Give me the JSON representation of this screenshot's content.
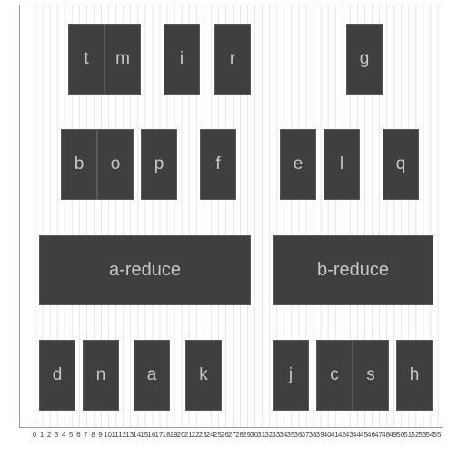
{
  "row1": [
    "t",
    "m",
    "i",
    "r",
    "g"
  ],
  "row2": [
    "b",
    "o",
    "p",
    "f",
    "e",
    "l",
    "q"
  ],
  "row3": [
    "a-reduce",
    "b-reduce"
  ],
  "row4": [
    "d",
    "n",
    "a",
    "k",
    "j",
    "c",
    "s",
    "h"
  ],
  "axis_ticks": [
    "0",
    "1",
    "2",
    "3",
    "4",
    "5",
    "6",
    "7",
    "8",
    "9",
    "10",
    "11",
    "12",
    "13",
    "14",
    "15",
    "16",
    "17",
    "18",
    "19",
    "20",
    "21",
    "22",
    "23",
    "24",
    "25",
    "26",
    "27",
    "28",
    "29",
    "30",
    "31",
    "32",
    "33",
    "34",
    "35",
    "36",
    "37",
    "38",
    "39",
    "40",
    "41",
    "42",
    "43",
    "44",
    "45",
    "46",
    "47",
    "48",
    "49",
    "50",
    "51",
    "52",
    "53",
    "54",
    "55"
  ],
  "colors": {
    "box_fill": "#3f3f3f",
    "box_text": "#c8c8c8",
    "grid": "#e6e6e6"
  }
}
